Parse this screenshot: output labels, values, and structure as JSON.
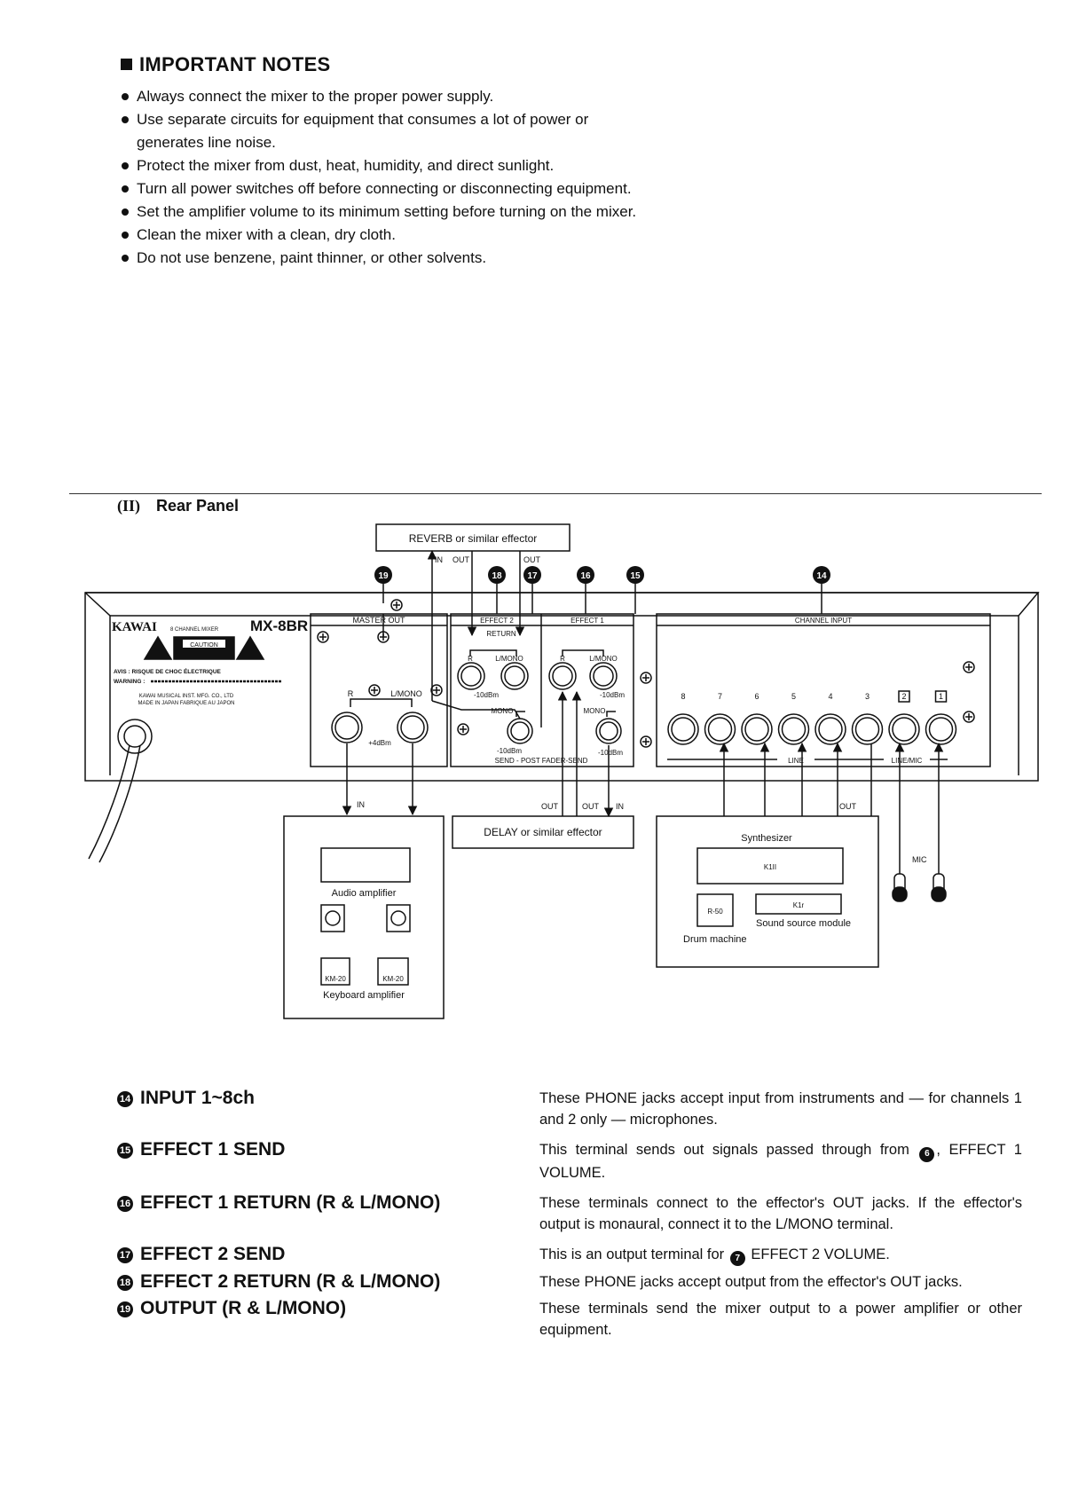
{
  "important_notes": {
    "title": "IMPORTANT NOTES",
    "items": [
      "Always connect the mixer to the proper power supply.",
      "Use separate circuits for equipment that consumes a lot of power or generates line noise.",
      "Protect the mixer from dust, heat, humidity, and direct sunlight.",
      "Turn all power switches off before connecting or disconnecting equipment.",
      "Set the amplifier volume to its minimum setting before turning on the mixer.",
      "Clean the mixer with a clean, dry cloth.",
      "Do not use benzene, paint thinner, or other solvents."
    ]
  },
  "rear_panel": {
    "number": "(II)",
    "title": "Rear Panel",
    "diagram": {
      "reverb_box": "REVERB or similar effector",
      "brand": "KAWAI",
      "model_small": "8 CHANNEL MIXER",
      "model": "MX-8BR",
      "caution": "CAUTION",
      "avis": "AVIS : RISQUE DE CHOC ÉLECTRIQUE",
      "warning": "WARNING :",
      "maker1": "KAWAI MUSICAL INST. MFG. CO., LTD",
      "maker2": "MADE IN JAPAN  FABRIQUE AU JAPON",
      "master_out": "MASTER OUT",
      "effect2": "EFFECT 2",
      "return": "RETURN",
      "effect1": "EFFECT 1",
      "channel_input": "CHANNEL INPUT",
      "r": "R",
      "l_mono": "L/MONO",
      "plus4": "+4dBm",
      "minus10": "-10dBm",
      "mono": "MONO",
      "send_post": "SEND - POST FADER-SEND",
      "line": "LINE",
      "line_mic": "LINE/MIC",
      "channels": [
        "8",
        "7",
        "6",
        "5",
        "4",
        "3",
        "2",
        "1"
      ],
      "in": "IN",
      "out": "OUT",
      "delay_box": "DELAY or similar effector",
      "audio_amp": "Audio amplifier",
      "km20": "KM-20",
      "keyboard_amp": "Keyboard amplifier",
      "synthesizer": "Synthesizer",
      "k1ii": "K1II",
      "r50": "R-50",
      "k1r": "K1r",
      "sound_module": "Sound source module",
      "drum_machine": "Drum machine",
      "mic": "MIC",
      "callouts": [
        "19",
        "18",
        "17",
        "16",
        "15",
        "14"
      ]
    }
  },
  "terminals": [
    {
      "num": "14",
      "name": "INPUT 1~8ch",
      "description": "These PHONE jacks accept input from instruments and — for channels 1 and 2 only — microphones."
    },
    {
      "num": "15",
      "name": "EFFECT 1 SEND",
      "description_pre": "This terminal sends out signals passed through from",
      "ref": "6",
      "description_post": ", EFFECT 1 VOLUME."
    },
    {
      "num": "16",
      "name": "EFFECT 1 RETURN (R & L/MONO)",
      "description": "These terminals connect to the effector's OUT jacks. If the effector's output is monaural, connect it to the L/MONO terminal."
    },
    {
      "num": "17",
      "name": "EFFECT 2 SEND",
      "description_pre": "This is an output terminal for",
      "ref": "7",
      "description_post": " EFFECT 2 VOLUME."
    },
    {
      "num": "18",
      "name": "EFFECT 2 RETURN (R & L/MONO)",
      "description": "These PHONE jacks accept output from the effector's OUT jacks."
    },
    {
      "num": "19",
      "name": "OUTPUT (R & L/MONO)",
      "description": "These terminals send the mixer output to a power amplifier or other equipment."
    }
  ]
}
